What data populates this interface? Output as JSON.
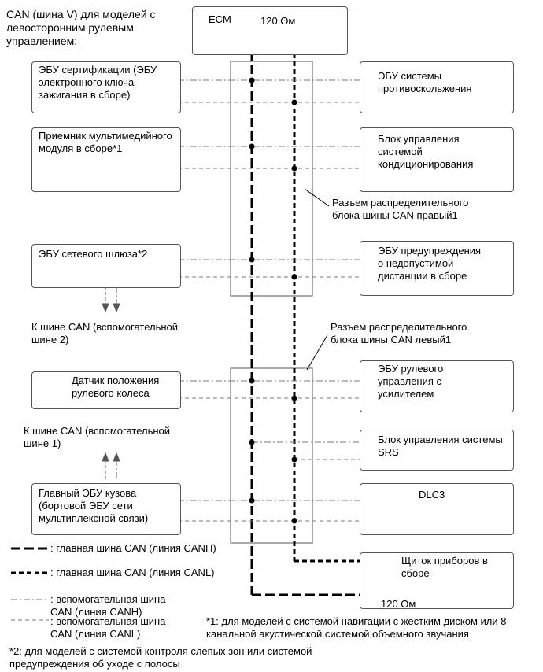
{
  "title": "CAN (шина V) для моделей с\nлевосторонним рулевым\nуправлением:",
  "ecm": {
    "label": "ECM",
    "resistor": "120 Ом"
  },
  "left_modules": [
    {
      "id": "certification",
      "label": "ЭБУ сертификации (ЭБУ\nэлектронного ключа\nзажигания в сборе)"
    },
    {
      "id": "multimedia",
      "label": "Приемник мультимедийного\nмодуля в сборе*1"
    },
    {
      "id": "gateway",
      "label": "ЭБУ сетевого шлюза*2"
    },
    {
      "id": "steering-sensor",
      "label": "Датчик положения\nрулевого колеса"
    },
    {
      "id": "body-ecu",
      "label": "Главный ЭБУ кузова\n(бортовой ЭБУ сети\nмультиплексной связи)"
    }
  ],
  "right_modules": [
    {
      "id": "skid-control",
      "label": "ЭБУ системы\nпротивоскольжения"
    },
    {
      "id": "air-conditioning",
      "label": "Блок управления\nсистемой\nкондиционирования"
    },
    {
      "id": "distance-warning",
      "label": "ЭБУ предупреждения\nо недопустимой\nдистанции в сборе"
    },
    {
      "id": "power-steering",
      "label": "ЭБУ рулевого\nуправления с\nусилителем"
    },
    {
      "id": "srs",
      "label": "Блок управления системы\nSRS"
    },
    {
      "id": "dlc3",
      "label": "DLC3"
    },
    {
      "id": "meter",
      "label": "Щиток приборов в\nсборе"
    }
  ],
  "meter_resistor": "120 Ом",
  "junctions": {
    "right": "Разъем распределительного\nблока шины CAN правый1",
    "left": "Разъем распределительного\nблока шины CAN левый1"
  },
  "to_sub_bus_2": "К шине CAN (вспомогательной\nшине 2)",
  "to_sub_bus_1": "К шине CAN (вспомогательной\nшине 1)",
  "legend": [
    {
      "id": "main-canh",
      "label": ": главная шина CAN (линия CANH)"
    },
    {
      "id": "main-canl",
      "label": ": главная шина CAN (линия CANL)"
    },
    {
      "id": "sub-canh",
      "label": ": вспомогательная шина\nCAN (линия CANH)"
    },
    {
      "id": "sub-canl",
      "label": ": вспомогательная шина\nCAN (линия CANL)"
    }
  ],
  "notes": {
    "n1": "*1: для моделей с системой навигации с жестким диском или 8-\nканальной акустической системой объемного звучания",
    "n2": "*2: для моделей с системой контроля слепых зон или системой\nпредупреждения об уходе с полосы"
  }
}
